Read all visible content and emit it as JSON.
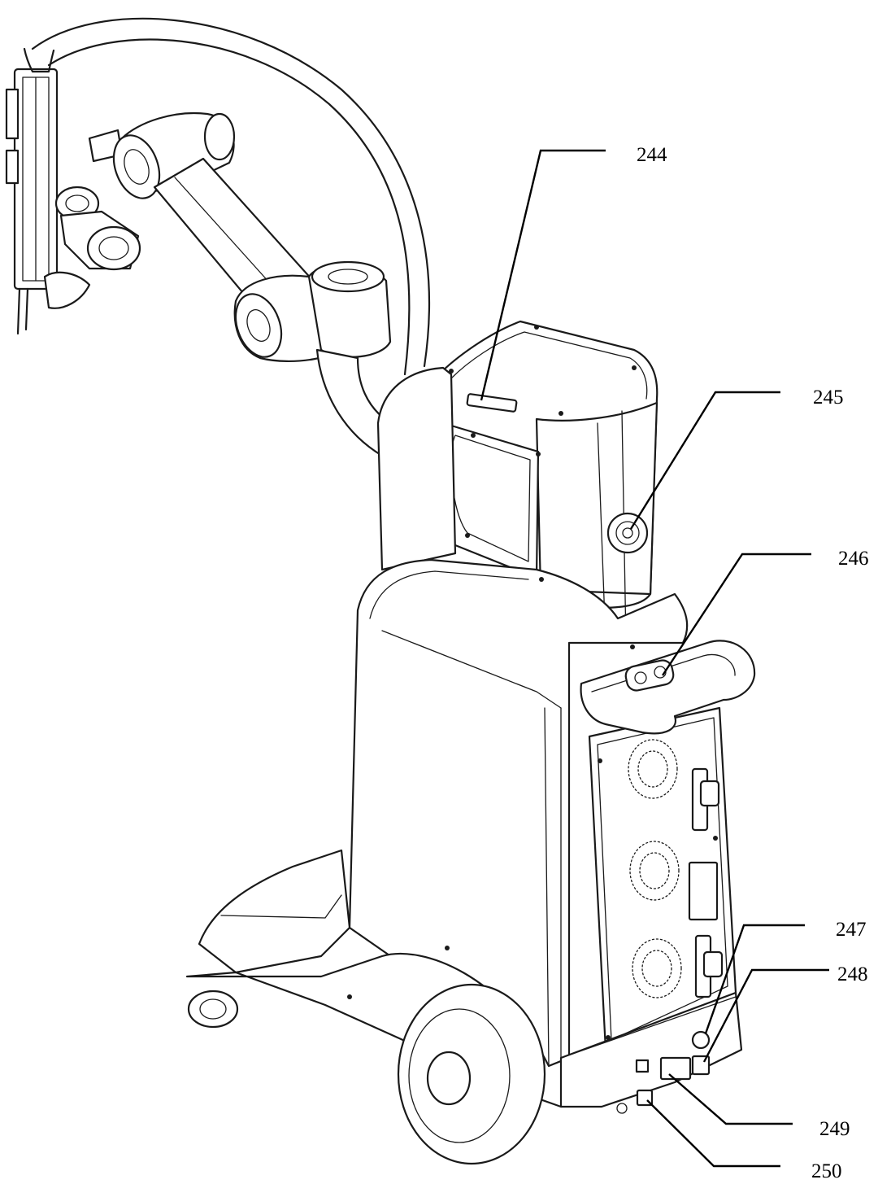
{
  "figure": {
    "subject": "mobile surgical robot cart with articulated arm, rear view line drawing",
    "line_color": "#1a1a1a",
    "background": "#ffffff"
  },
  "callouts": [
    {
      "id": "244",
      "label": "244"
    },
    {
      "id": "245",
      "label": "245"
    },
    {
      "id": "246",
      "label": "246"
    },
    {
      "id": "247",
      "label": "247"
    },
    {
      "id": "248",
      "label": "248"
    },
    {
      "id": "249",
      "label": "249"
    },
    {
      "id": "250",
      "label": "250"
    }
  ]
}
